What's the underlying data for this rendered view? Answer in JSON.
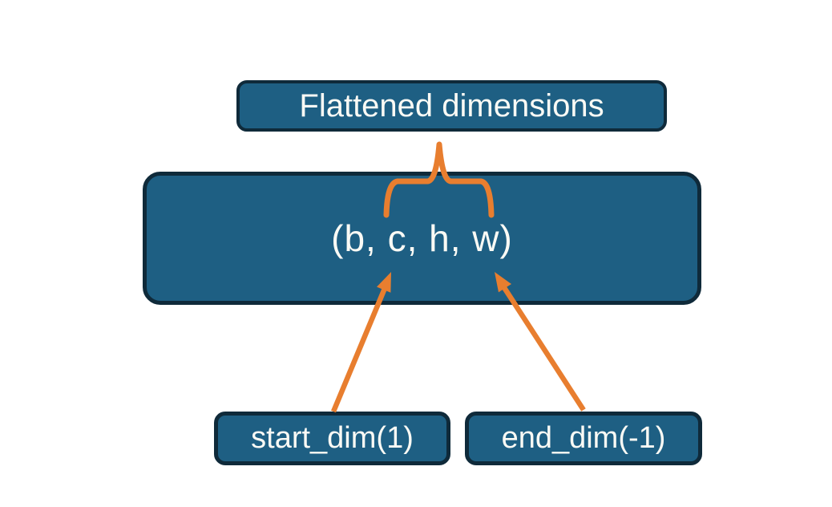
{
  "diagram": {
    "top_box": {
      "label": "Flattened dimensions"
    },
    "main_box": {
      "label": "(b, c, h, w)"
    },
    "bottom_boxes": [
      {
        "label": "start_dim(1)"
      },
      {
        "label": "end_dim(-1)"
      }
    ],
    "colors": {
      "box_fill": "#1e5f83",
      "box_border": "#0f2a3a",
      "accent": "#e87e2f",
      "text": "#fafaf5",
      "background": "#ffffff"
    }
  }
}
